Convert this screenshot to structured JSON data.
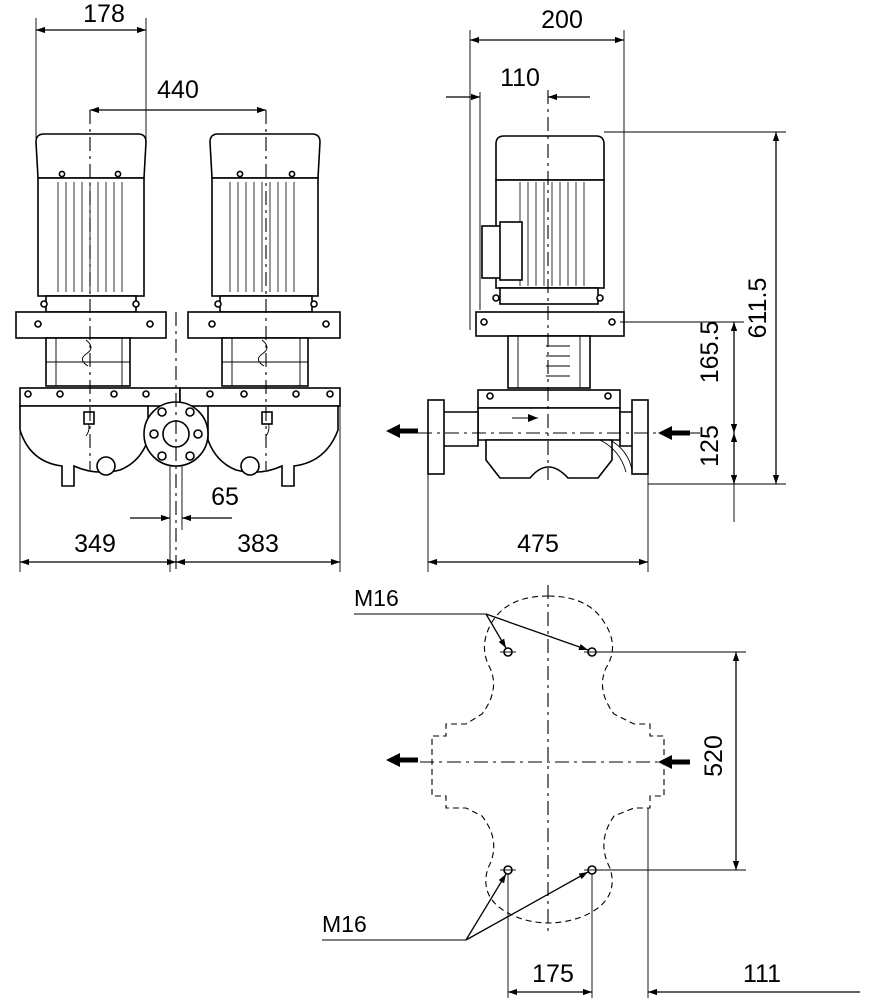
{
  "dimensions": {
    "motor_width": "178",
    "motor_spacing": "440",
    "pipe_offset": "65",
    "left_to_center": "349",
    "center_to_right": "383",
    "side_total_width": "200",
    "side_offset": "110",
    "side_length": "475",
    "height_total": "611.5",
    "height_mid": "165.5",
    "height_base": "125",
    "bolt_spacing_vertical": "520",
    "bolt_spacing_horizontal": "175",
    "bolt_offset": "111"
  },
  "labels": {
    "thread_top": "M16",
    "thread_bottom": "M16"
  }
}
